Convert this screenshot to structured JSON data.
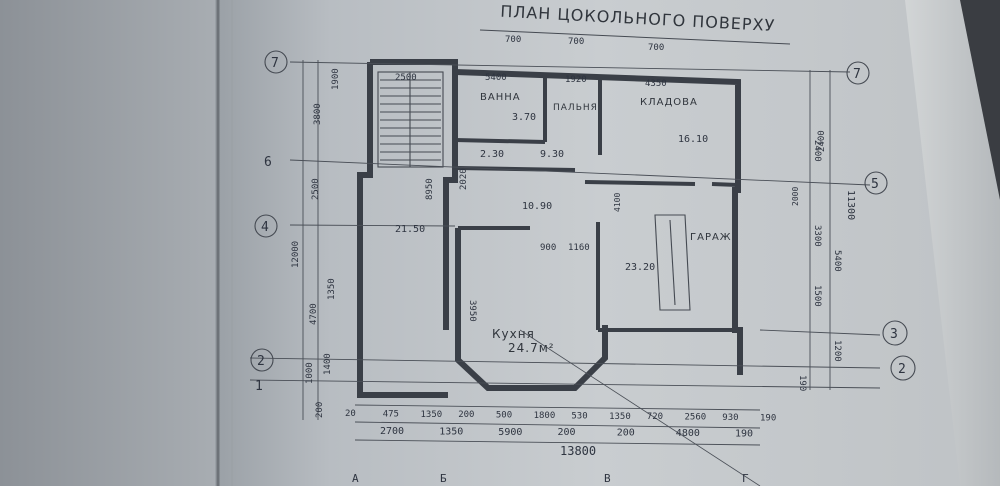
{
  "title": "ПЛАН ЦОКОЛЬНОГО ПОВЕРХУ",
  "rooms": [
    {
      "name": "ВАННА",
      "area": "3.70"
    },
    {
      "name": "ПАЛЬНЯ",
      "area": ""
    },
    {
      "name": "КЛАДОВА",
      "area": "16.10"
    },
    {
      "name": "ГАРАЖ",
      "area": "23.20"
    },
    {
      "name": "Кухня",
      "area": "24.7м²"
    }
  ],
  "areas": [
    "2.30",
    "9.30",
    "10.90",
    "21.50"
  ],
  "grid_axes_left": [
    "7",
    "6",
    "4",
    "2",
    "1"
  ],
  "grid_axes_right": [
    "7",
    "5",
    "3",
    "2"
  ],
  "grid_axes_bottom": [
    "А",
    "Б",
    "В",
    "Г"
  ],
  "top_dims": [
    "700",
    "700",
    "700",
    "2500",
    "5400",
    "1920",
    "4350"
  ],
  "bottom_dims_row1": [
    "20",
    "475",
    "1350",
    "200",
    "500",
    "1800",
    "530",
    "1350",
    "720",
    "2560",
    "930",
    "190"
  ],
  "bottom_dims_row2": [
    "2700",
    "1350",
    "5900",
    "200",
    "200",
    "4800",
    "190"
  ],
  "overall_width": "13800",
  "left_dims": [
    "3800",
    "1900",
    "12000",
    "2500",
    "4700",
    "1350",
    "1400",
    "1000",
    "200"
  ],
  "right_dims": [
    "2400",
    "11300",
    "3300",
    "5400",
    "1500",
    "1200",
    "190"
  ],
  "interior_dims": [
    "900",
    "1160",
    "3950",
    "2020",
    "8950",
    "4100",
    "2400",
    "2000"
  ]
}
